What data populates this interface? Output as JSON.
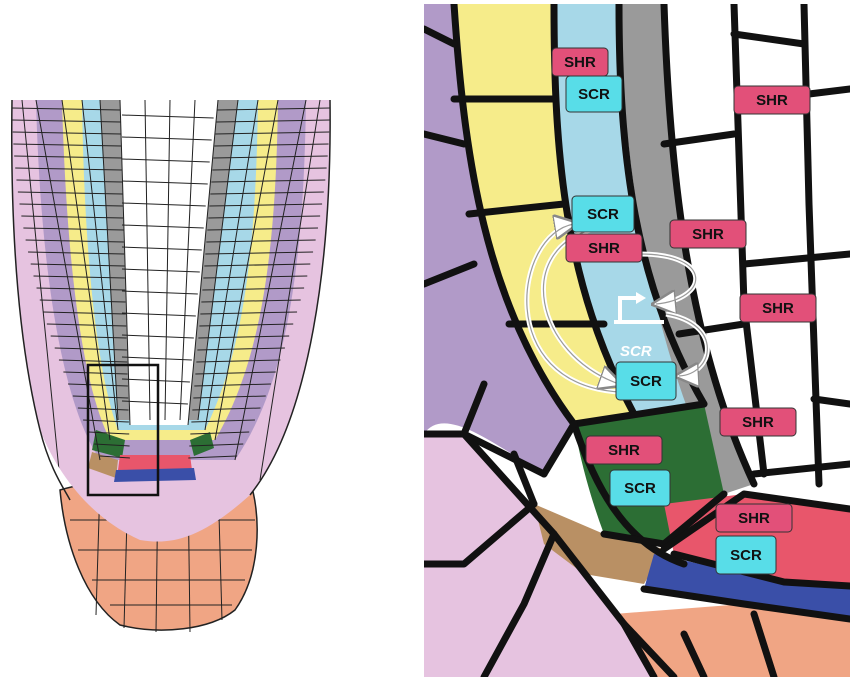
{
  "colors": {
    "epidermis": "#e6c3e0",
    "cortex": "#b19ac8",
    "endodermis": "#f6ec8a",
    "pericycle": "#a7d8e8",
    "vascular": "#ffffff",
    "xylem_pole": "#9a9a9a",
    "qc": "#e8566b",
    "cortex_endo_initial": "#2c6e34",
    "lateral_root_cap": "#f0a584",
    "cortex_initial_brown": "#b99064",
    "columella_initial": "#3a4fa8",
    "shr_label": "#e25079",
    "scr_label": "#58dde8"
  },
  "labels": {
    "shr": "SHR",
    "scr": "SCR",
    "gene": "SCR"
  }
}
